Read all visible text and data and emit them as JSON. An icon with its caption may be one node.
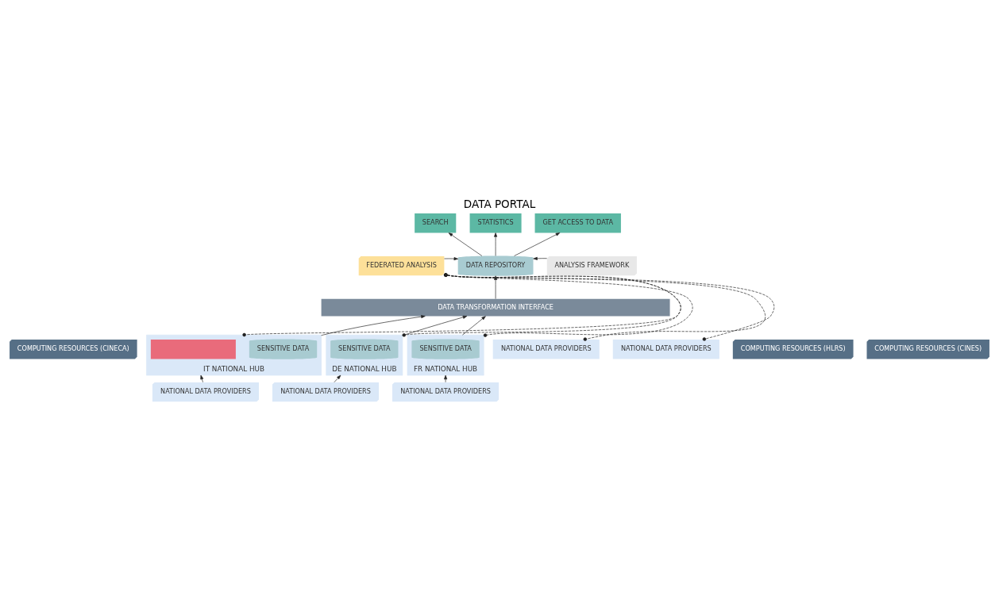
{
  "diagram": {
    "title": "DATA PORTAL",
    "nodes": [
      {
        "text": [
          "SEARCH"
        ]
      },
      {
        "text": [
          "STATISTICS"
        ]
      },
      {
        "text": [
          "GET ACCESS TO DATA"
        ]
      },
      {
        "text": [
          "FEDERATED ANALYSIS"
        ]
      },
      {
        "text": [
          "DATA REPOSITORY"
        ]
      },
      {
        "text": [
          "ANALYSIS FRAMEWORK"
        ]
      },
      {
        "text": [
          "DATA TRANSFORMATION INTERFACE"
        ]
      },
      {
        "text": [
          "COMPUTING RESOURCES (CINECA)"
        ]
      },
      {
        "text": [
          "IT NATIONAL HUB"
        ]
      },
      {
        "text": [],
        "shape": "box",
        "in": 8
      },
      {
        "text": [
          "SENSITIVE DATA"
        ],
        "in": 8
      },
      {
        "text": [
          "NATIONAL DATA PROVIDERS"
        ]
      },
      {
        "text": [
          "COMPUTING RESOURCES (HLRS)"
        ]
      },
      {
        "text": [
          "DE NATIONAL HUB"
        ]
      },
      {
        "text": [
          "SENSITIVE DATA"
        ],
        "in": 13
      },
      {
        "text": [
          "NATIONAL DATA PROVIDERS"
        ]
      },
      {
        "text": [
          "COMPUTING RESOURCES (CINES)"
        ]
      },
      {
        "text": [
          "FR NATIONAL HUB"
        ]
      },
      {
        "text": [
          "SENSITIVE DATA"
        ],
        "in": 17
      },
      {
        "text": [
          "NATIONAL DATA PROVIDERS"
        ]
      },
      {
        "text": [
          "NATIONAL DATA PROVIDERS"
        ]
      },
      {
        "text": [
          "NATIONAL DATA PROVIDERS"
        ]
      }
    ],
    "edges": [
      {
        "from": 4,
        "to": 0,
        "arrow": "to"
      },
      {
        "from": 4,
        "to": 1,
        "arrow": "to"
      },
      {
        "from": 4,
        "to": 2,
        "arrow": "to"
      },
      {
        "from": 3,
        "to": 4,
        "arrow": "to"
      },
      {
        "from": 5,
        "to": 4,
        "arrow": "to"
      },
      {
        "from": 6,
        "to": 4,
        "arrow": "to"
      },
      {
        "from": 8,
        "to": 6,
        "arrow": "to"
      },
      {
        "from": 13,
        "to": 6,
        "arrow": "to"
      },
      {
        "from": 17,
        "to": 6,
        "arrow": "to"
      },
      {
        "from": 3,
        "to": 8,
        "arrow": "other",
        "style": "dashed"
      },
      {
        "from": 3,
        "to": 13,
        "arrow": "other",
        "style": "dashed"
      },
      {
        "from": 3,
        "to": 17,
        "arrow": "other",
        "style": "dashed"
      },
      {
        "from": 3,
        "to": 20,
        "arrow": "other",
        "style": "dashed"
      },
      {
        "from": 3,
        "to": 21,
        "arrow": "other",
        "style": "dashed"
      },
      {
        "from": 11,
        "to": 8,
        "arrow": "to"
      },
      {
        "from": 15,
        "to": 13,
        "arrow": "to"
      },
      {
        "from": 19,
        "to": 17,
        "arrow": "to"
      }
    ]
  }
}
